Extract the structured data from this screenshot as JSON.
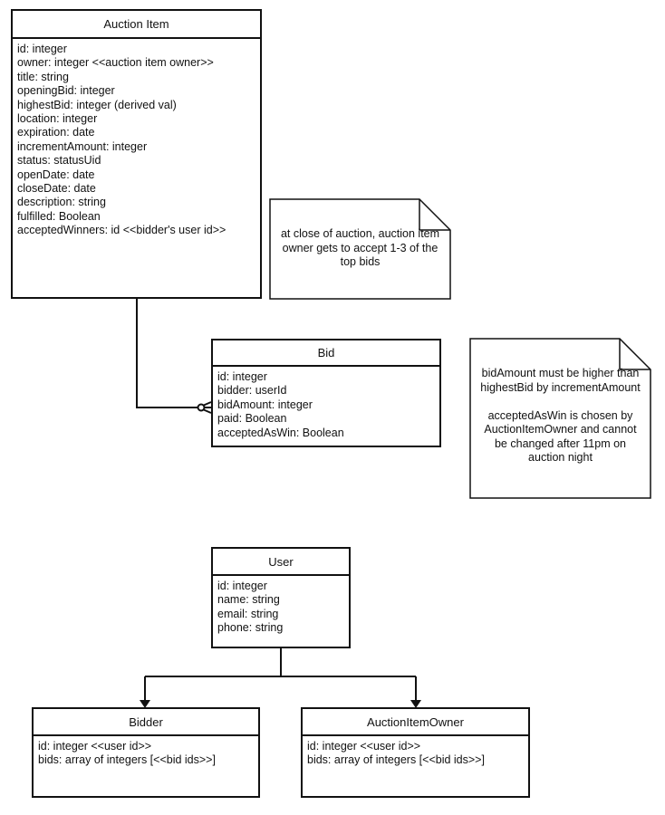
{
  "classes": {
    "auction_item": {
      "title": "Auction Item",
      "attributes": [
        "id: integer",
        "owner: integer <<auction item owner>>",
        "title: string",
        "openingBid: integer",
        "highestBid: integer (derived val)",
        "location: integer",
        "expiration: date",
        "incrementAmount: integer",
        "status: statusUid",
        "openDate: date",
        "closeDate: date",
        "description: string",
        "fulfilled: Boolean",
        "acceptedWinners: id <<bidder's user id>>"
      ]
    },
    "bid": {
      "title": "Bid",
      "attributes": [
        "id: integer",
        "bidder: userId",
        "bidAmount: integer",
        "paid: Boolean",
        "acceptedAsWin: Boolean"
      ]
    },
    "user": {
      "title": "User",
      "attributes": [
        "id: integer",
        "name: string",
        "email: string",
        "phone: string"
      ]
    },
    "bidder": {
      "title": "Bidder",
      "attributes": [
        "id: integer <<user id>>",
        "bids: array of integers  [<<bid ids>>]"
      ]
    },
    "auction_item_owner": {
      "title": "AuctionItemOwner",
      "attributes": [
        "id: integer <<user id>>",
        "bids: array of integers  [<<bid ids>>]"
      ]
    }
  },
  "notes": {
    "close_note": "at close of auction, auction item\nowner gets to accept 1-3 of the\ntop bids",
    "bid_note": "bidAmount must be higher than\nhighestBid by incrementAmount\n\nacceptedAsWin is chosen by\nAuctionItemOwner and cannot\nbe changed after 11pm on\nauction night"
  },
  "relations": [
    {
      "from": "Auction Item",
      "to": "Bid",
      "type": "one-to-many (crow's foot, zero or many)"
    },
    {
      "from": "User",
      "to": "Bidder",
      "type": "generalization"
    },
    {
      "from": "User",
      "to": "AuctionItemOwner",
      "type": "generalization"
    }
  ]
}
